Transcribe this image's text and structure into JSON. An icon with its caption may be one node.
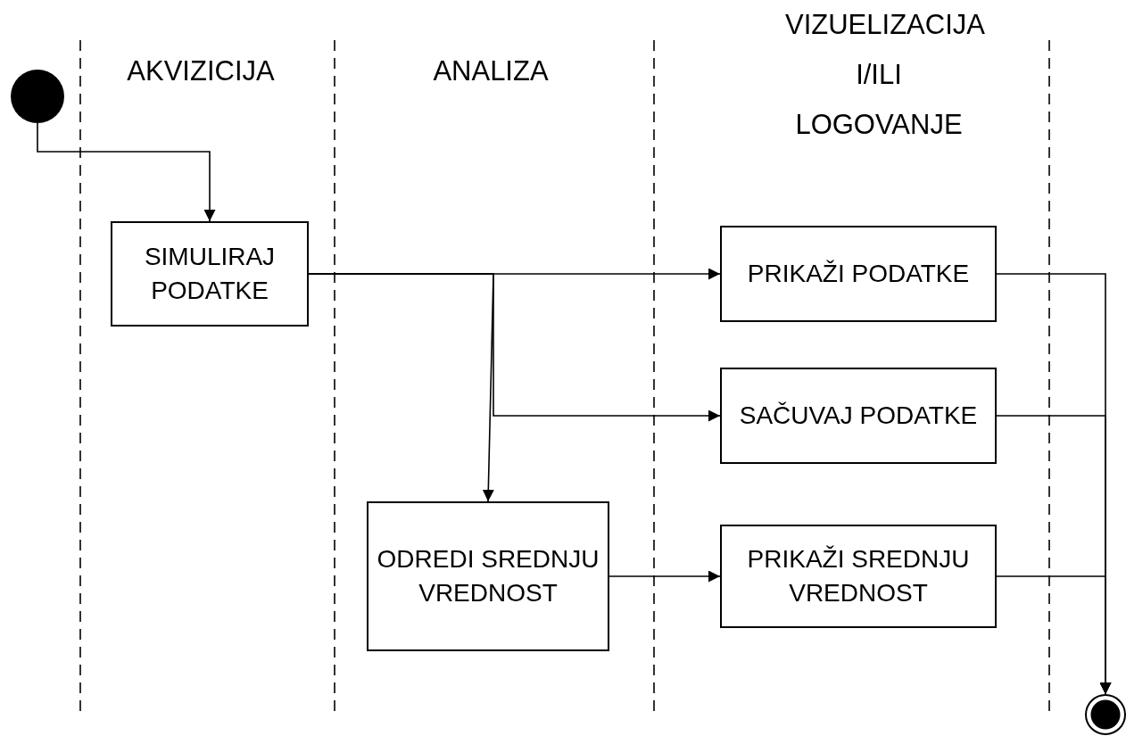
{
  "diagram": {
    "nodes": [
      {
        "text": [],
        "shape": "circle"
      },
      {
        "text": [
          "SIMULIRAJ PODATKE"
        ]
      },
      {
        "text": [
          "PRIKAŽI PODATKE"
        ]
      },
      {
        "text": [
          "SAČUVAJ PODATKE"
        ]
      },
      {
        "text": [
          "ODREDI SREDNJU VREDNOST"
        ]
      },
      {
        "text": [
          "PRIKAŽI SREDNJU VREDNOST"
        ]
      },
      {
        "text": [],
        "shape": "circle"
      }
    ],
    "edges": [
      {
        "from": 0,
        "to": 1,
        "arrow": "to"
      },
      {
        "from": 1,
        "to": 2,
        "arrow": "to"
      },
      {
        "from": 1,
        "to": 3,
        "arrow": "to"
      },
      {
        "from": 1,
        "to": 4,
        "arrow": "to"
      },
      {
        "from": 4,
        "to": 5,
        "arrow": "to"
      },
      {
        "from": 2,
        "to": 6,
        "arrow": "to"
      },
      {
        "from": 3,
        "to": 6,
        "arrow": "to"
      },
      {
        "from": 5,
        "to": 6,
        "arrow": "to"
      }
    ],
    "labels": [
      "AKVIZICIJA",
      "ANALIZA",
      "VIZUELIZACIJA I/ILI LOGOVANJE"
    ]
  }
}
